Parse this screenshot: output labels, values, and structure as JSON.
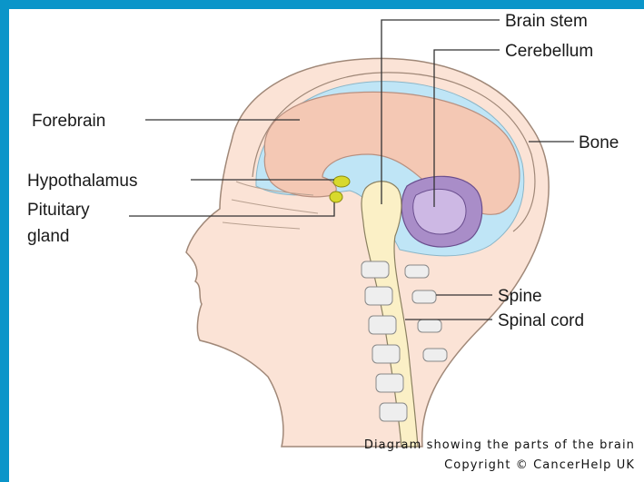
{
  "labels": {
    "brain_stem": "Brain stem",
    "cerebellum": "Cerebellum",
    "forebrain": "Forebrain",
    "bone": "Bone",
    "hypothalamus": "Hypothalamus",
    "pituitary_line1": "Pituitary",
    "pituitary_line2": "gland",
    "spine": "Spine",
    "spinal_cord": "Spinal cord"
  },
  "caption": {
    "line1": "Diagram showing the parts of the brain",
    "line2": "Copyright © CancerHelp UK"
  },
  "colors": {
    "frame": "#0a95c9",
    "skin": "#fbe3d6",
    "fluid": "#bfe5f6",
    "forebrain": "#f4c8b4",
    "cerebellum": "#a98dc8",
    "brain_stem": "#fbf0c6",
    "gland": "#d8d92c",
    "vertebra": "#eeeeee"
  }
}
